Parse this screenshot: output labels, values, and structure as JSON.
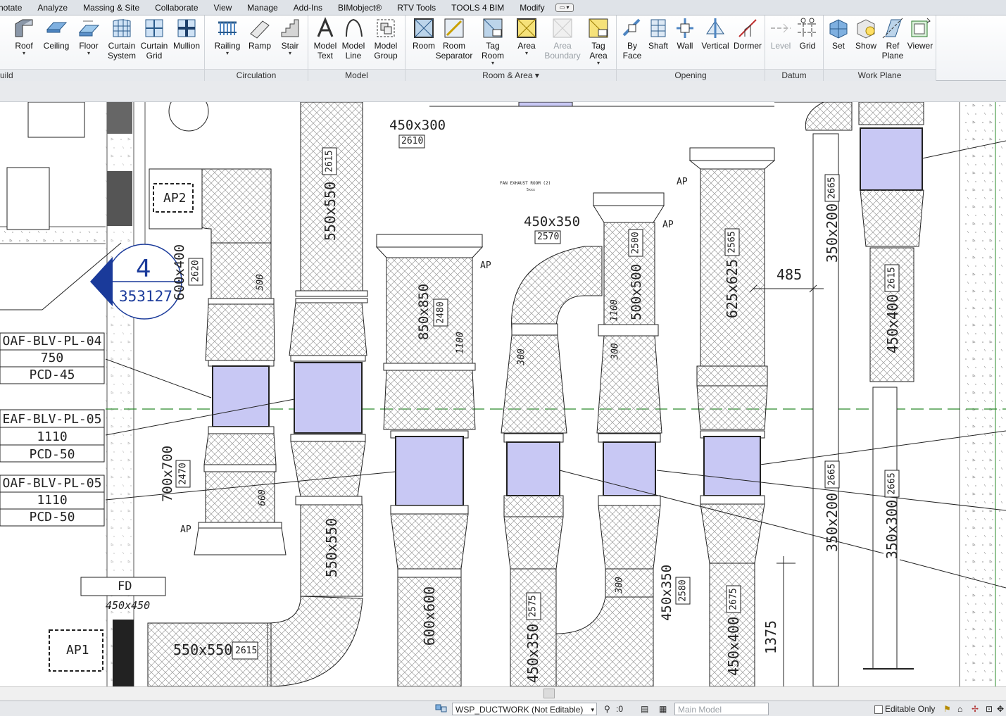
{
  "menu": {
    "tabs": [
      "notate",
      "Analyze",
      "Massing & Site",
      "Collaborate",
      "View",
      "Manage",
      "Add-Ins",
      "BIMobject®",
      "RTV Tools",
      "TOOLS 4 BIM",
      "Modify"
    ],
    "collapse_control": "▭ ▾"
  },
  "ribbon": {
    "build_panel": {
      "title": "uild",
      "tools": [
        {
          "l1": "Roof",
          "l2": "",
          "arrow": true
        },
        {
          "l1": "Ceiling",
          "l2": ""
        },
        {
          "l1": "Floor",
          "l2": "",
          "arrow": true
        },
        {
          "l1": "Curtain",
          "l2": "System"
        },
        {
          "l1": "Curtain",
          "l2": "Grid"
        },
        {
          "l1": "Mullion",
          "l2": ""
        }
      ]
    },
    "circulation_panel": {
      "title": "Circulation",
      "tools": [
        {
          "l1": "Railing",
          "l2": "",
          "arrow": true
        },
        {
          "l1": "Ramp",
          "l2": ""
        },
        {
          "l1": "Stair",
          "l2": "",
          "arrow": true
        }
      ]
    },
    "model_panel": {
      "title": "Model",
      "tools": [
        {
          "l1": "Model",
          "l2": "Text"
        },
        {
          "l1": "Model",
          "l2": "Line"
        },
        {
          "l1": "Model",
          "l2": "Group",
          "arrow": true
        }
      ]
    },
    "room_panel": {
      "title": "Room & Area ▾",
      "tools": [
        {
          "l1": "Room",
          "l2": ""
        },
        {
          "l1": "Room",
          "l2": "Separator"
        },
        {
          "l1": "Tag",
          "l2": "Room",
          "arrow": true
        },
        {
          "l1": "Area",
          "l2": "",
          "arrow": true
        },
        {
          "l1": "Area",
          "l2": "Boundary",
          "disabled": true
        },
        {
          "l1": "Tag",
          "l2": "Area",
          "arrow": true
        }
      ]
    },
    "opening_panel": {
      "title": "Opening",
      "tools": [
        {
          "l1": "By",
          "l2": "Face"
        },
        {
          "l1": "Shaft",
          "l2": ""
        },
        {
          "l1": "Wall",
          "l2": ""
        },
        {
          "l1": "Vertical",
          "l2": ""
        },
        {
          "l1": "Dormer",
          "l2": ""
        }
      ]
    },
    "datum_panel": {
      "title": "Datum",
      "tools": [
        {
          "l1": "Level",
          "l2": "",
          "disabled": true
        },
        {
          "l1": "Grid",
          "l2": ""
        }
      ]
    },
    "workplane_panel": {
      "title": "Work Plane",
      "tools": [
        {
          "l1": "Set",
          "l2": ""
        },
        {
          "l1": "Show",
          "l2": ""
        },
        {
          "l1": "Ref",
          "l2": "Plane"
        },
        {
          "l1": "Viewer",
          "l2": ""
        }
      ]
    }
  },
  "drawing": {
    "tags": {
      "ap2": "AP2",
      "ap1": "AP1",
      "fd": "FD",
      "section_num": "4",
      "section_sheet": "353127"
    },
    "equipment_labels": [
      {
        "l1": "OAF-BLV-PL-04",
        "l2": "750",
        "l3": "PCD-45"
      },
      {
        "l1": "EAF-BLV-PL-05",
        "l2": "1110",
        "l3": "PCD-50"
      },
      {
        "l1": "OAF-BLV-PL-05",
        "l2": "1110",
        "l3": "PCD-50"
      }
    ],
    "dims": {
      "d450x300": "450x300",
      "e2610": "2610",
      "d550x550_top": "550x550",
      "e2615_top": "2615",
      "d600x400": "600x400",
      "e2620": "2620",
      "v500": "500",
      "d450x350_mid": "450x350",
      "e2570": "2570",
      "d850x850": "850x850",
      "e2480": "2480",
      "v1100a": "1100",
      "d500x500": "500x500",
      "e2500": "2500",
      "v1100b": "1100",
      "v300a": "300",
      "v300b": "300",
      "d625x625": "625x625",
      "e2565": "2565",
      "n485": "485",
      "d350x200_top": "350x200",
      "e2665a": "2665",
      "d450x400_right": "450x400",
      "e2615_right": "2615",
      "d700x700": "700x700",
      "e2470": "2470",
      "v600": "600",
      "d550x550_bot": "550x550",
      "d350x200_bot": "350x200",
      "e2665b": "2665",
      "d350x300": "350x300",
      "e2665c": "2665",
      "d450x450": "450x450",
      "d550x550_low": "550x550",
      "e2615_low": "2615",
      "d600x600": "600x600",
      "d450x350_low": "450x350",
      "e2575": "2575",
      "v300c": "300",
      "d450x350_r": "450x350",
      "e2580": "2580",
      "d450x400_low": "450x400",
      "e2675": "2675",
      "n1375": "1375",
      "ap": "AP",
      "fan_room": "FAN EXHAUST ROOM (2)",
      "fan_sub": "5xxx"
    }
  },
  "status": {
    "workset": "WSP_DUCTWORK (Not Editable)",
    "count": ":0",
    "model": "Main Model",
    "editable_only": "Editable Only"
  }
}
